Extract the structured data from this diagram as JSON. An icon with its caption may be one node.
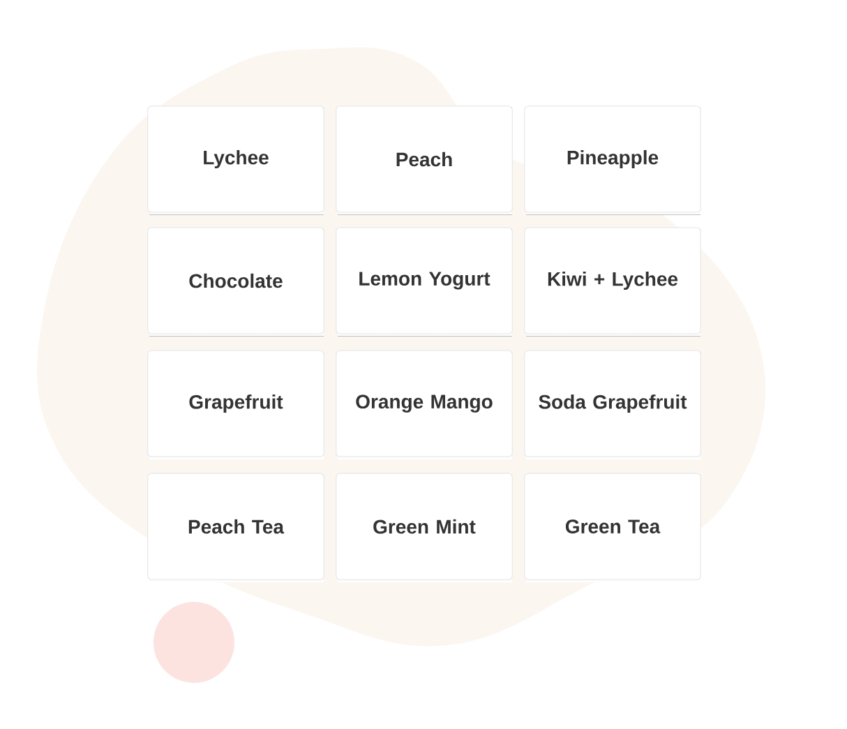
{
  "diagram": {
    "nodes": [
      {
        "text": [
          "Lychee"
        ]
      },
      {
        "text": [
          "Peach"
        ]
      },
      {
        "text": [
          "Pineapple"
        ]
      },
      {
        "text": [
          "Chocolate"
        ]
      },
      {
        "text": [
          "Lemon Yogurt"
        ]
      },
      {
        "text": [
          "Kiwi + Lychee"
        ]
      },
      {
        "text": [
          "Grapefruit"
        ]
      },
      {
        "text": [
          "Orange Mango"
        ]
      },
      {
        "text": [
          "Soda Grapefruit"
        ]
      },
      {
        "text": [
          "Peach Tea"
        ]
      },
      {
        "text": [
          "Green Mint"
        ]
      },
      {
        "text": [
          "Green Tea"
        ]
      }
    ]
  }
}
